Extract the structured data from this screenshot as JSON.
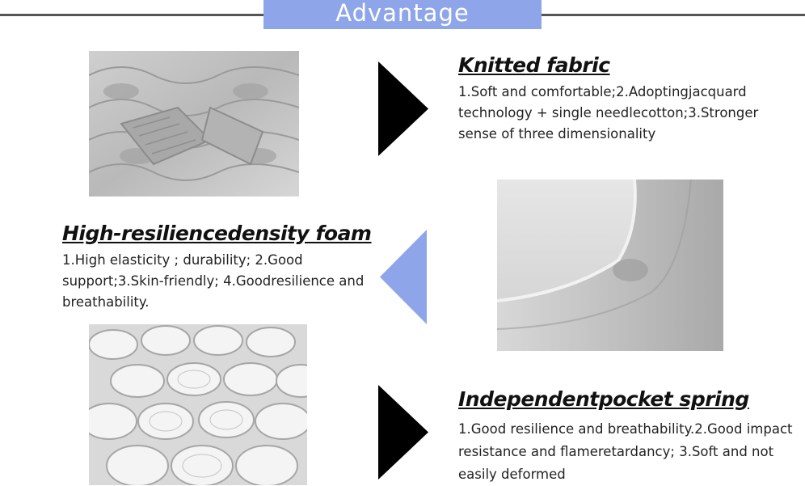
{
  "header": {
    "title": "Advantage"
  },
  "features": [
    {
      "title": "Knitted fabric",
      "description": "1.Soft and comfortable;2.Adoptingjacquard technology + single needlecotton;3.Stronger sense of three dimensionality"
    },
    {
      "title": "High-resiliencedensity foam",
      "description": "1.High elasticity ; durability;  2.Good support;3.Skin-friendly; 4.Goodresilience and breathability."
    },
    {
      "title": "Independentpocket spring",
      "description": "1.Good resilience and breathability.2.Good impact resistance and flameretardancy; 3.Soft and not easily deformed"
    }
  ],
  "colors": {
    "header_bg": "#8ea6e9",
    "arrow_black": "#000000",
    "arrow_blue": "#8ea6e9"
  },
  "icons": {
    "arrow_1": "triangle-right-icon",
    "arrow_2": "triangle-left-icon",
    "arrow_3": "triangle-right-icon"
  }
}
